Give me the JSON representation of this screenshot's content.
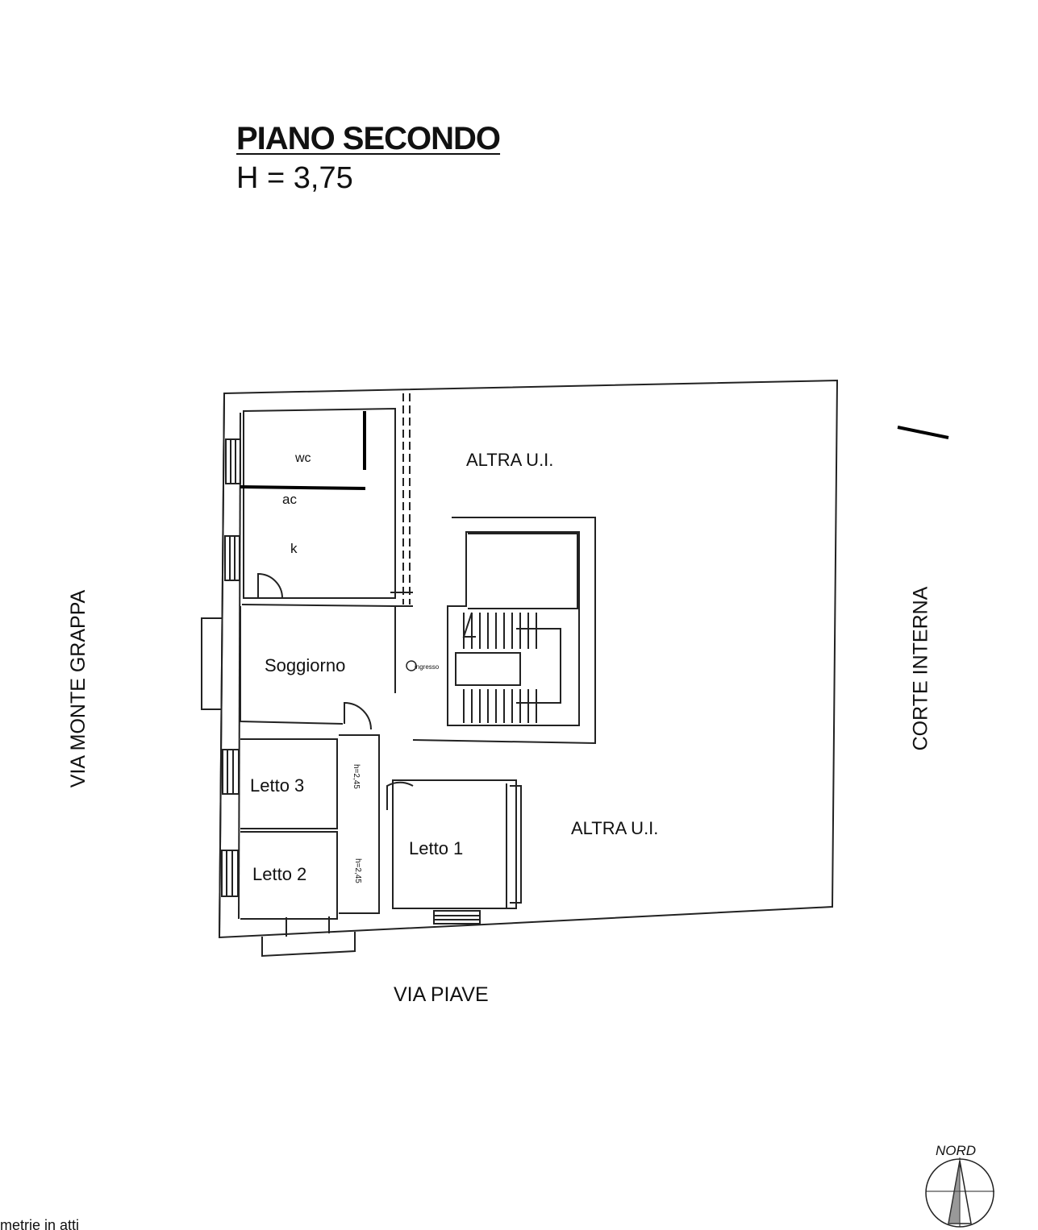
{
  "header": {
    "title": "PIANO SECONDO",
    "height": "H = 3,75"
  },
  "streets": {
    "left": "VIA MONTE GRAPPA",
    "right": "CORTE INTERNA",
    "bottom": "VIA PIAVE"
  },
  "rooms": {
    "wc": "wc",
    "ac": "ac",
    "k": "k",
    "soggiorno": "Soggiorno",
    "letto1": "Letto 1",
    "letto2": "Letto 2",
    "letto3": "Letto 3",
    "altra_top": "ALTRA U.I.",
    "altra_bottom": "ALTRA U.I.",
    "hall_h_1": "h=2,45",
    "hall_h_2": "h=2,45",
    "ingresso": "ingresso"
  },
  "compass": {
    "label": "NORD"
  },
  "footer": {
    "note": "imetrie in atti"
  }
}
